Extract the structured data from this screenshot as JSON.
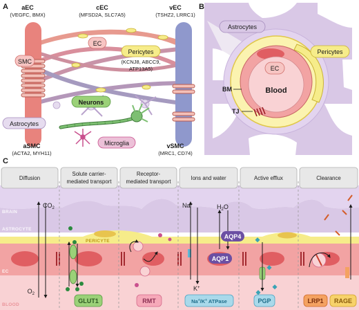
{
  "panels": {
    "a": "A",
    "b": "B",
    "c": "C"
  },
  "panel_a": {
    "aec": {
      "name": "aEC",
      "markers": "(VEGFC, BMX)"
    },
    "cec": {
      "name": "cEC",
      "markers": "(MFSD2A, SLC7A5)"
    },
    "vec": {
      "name": "vEC",
      "markers": "(TSHZ2, LRRC1)"
    },
    "smc": "SMC",
    "ec": "EC",
    "pericytes": {
      "name": "Pericytes",
      "markers_line1": "(KCNJ8, ABCC9,",
      "markers_line2": "ATP13A5)"
    },
    "neurons": "Neurons",
    "astrocytes": "Astrocytes",
    "microglia": "Microglia",
    "asmc": {
      "name": "aSMC",
      "markers": "(ACTA2, MYH11)"
    },
    "vsmc": {
      "name": "vSMC",
      "markers": "(MRC1, CD74)"
    }
  },
  "panel_b": {
    "astrocytes": "Astrocytes",
    "pericytes": "Pericytes",
    "ec": "EC",
    "blood": "Blood",
    "bm": "BM",
    "tj": "TJ"
  },
  "panel_c": {
    "headers": [
      {
        "line1": "Diffusion",
        "line2": ""
      },
      {
        "line1": "Solute carrier-",
        "line2": "mediated transport"
      },
      {
        "line1": "Receptor-",
        "line2": "mediated transport"
      },
      {
        "line1": "Ions and water",
        "line2": ""
      },
      {
        "line1": "Active efflux",
        "line2": ""
      },
      {
        "line1": "Clearance",
        "line2": ""
      }
    ],
    "layers": {
      "brain": "BRAIN",
      "astrocyte": "ASTROCYTE",
      "pericyte": "PERICYTE",
      "ec": "EC",
      "blood": "BLOOD"
    },
    "co2": "CO",
    "co2_sub": "2",
    "o2": "O",
    "o2_sub": "2",
    "na": "Na",
    "na_sup": "+",
    "k": "K",
    "k_sup": "+",
    "h2o_pre": "H",
    "h2o_sub": "2",
    "h2o_post": "O",
    "aqp1": "AQP1",
    "aqp4": "AQP4",
    "transporters": {
      "glut1": "GLUT1",
      "rmt": "RMT",
      "atpase_na": "Na",
      "atpase_sup1": "+",
      "atpase_k": "/K",
      "atpase_sup2": "+",
      "atpase_rest": " ATPase",
      "pgp": "PGP",
      "lrp1": "LRP1",
      "rage": "RAGE"
    }
  },
  "colors": {
    "artery": "#e8837d",
    "vein": "#8f98cc",
    "astro": "#d9c8e6",
    "pericyte": "#f6ec8a",
    "ec_fill": "#f2a3a3",
    "blood_fill": "#f9d2d4",
    "neuron": "#7dbf72",
    "microglia": "#c9508e",
    "green_badge": "#9bd178",
    "pink_badge": "#f6a9b9",
    "blue_badge": "#a9d9ea",
    "orange_badge": "#f4a261",
    "yellow_badge": "#f7d26a"
  }
}
